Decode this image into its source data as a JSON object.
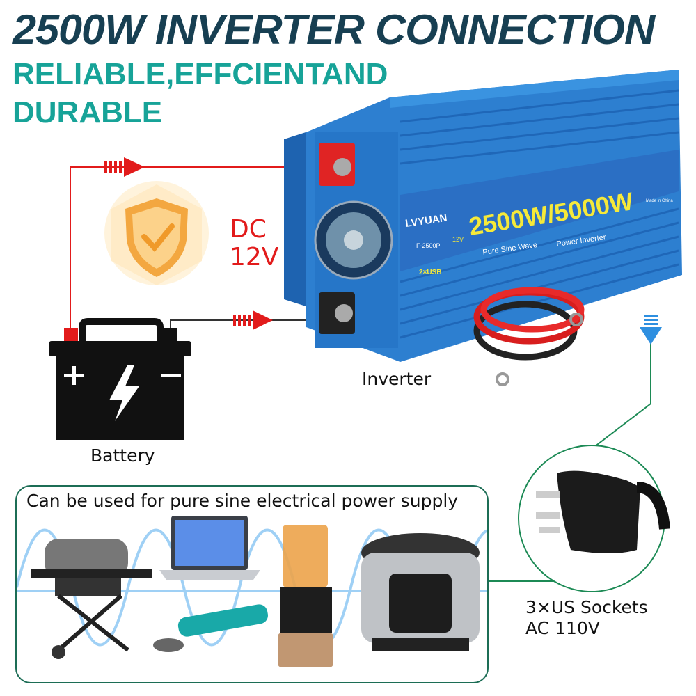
{
  "header": {
    "title": "2500W INVERTER CONNECTION",
    "subtitle_line1": "RELIABLE,EFFCIENTAND",
    "subtitle_line2": "DURABLE"
  },
  "diagram": {
    "dc_label_line1": "DC",
    "dc_label_line2": "12V",
    "battery_label": "Battery",
    "inverter_label": "Inverter",
    "inverter_panel": {
      "brand": "LVYUAN",
      "model": "F-2500P",
      "voltage_badge": "12V",
      "rating": "2500W/5000W",
      "wave": "Pure Sine Wave",
      "type": "Power Inverter",
      "usb": "2×USB",
      "made_in": "Made in China"
    },
    "output_label_line1": "3×US Sockets",
    "output_label_line2": "AC 110V"
  },
  "applications": {
    "title": "Can be used for pure sine electrical power supply",
    "items": [
      "grill-icon",
      "laptop-icon",
      "blender-icon",
      "angle-grinder-icon",
      "rice-cooker-icon"
    ]
  },
  "colors": {
    "title": "#173f52",
    "subtitle": "#17a398",
    "positive_wire": "#e21b1b",
    "negative_wire": "#222222",
    "inverter": "#2d7fd0",
    "accent_yellow": "#f5e93a",
    "connector_green": "#1c8a55",
    "arrow_blue": "#2e8fe0"
  }
}
